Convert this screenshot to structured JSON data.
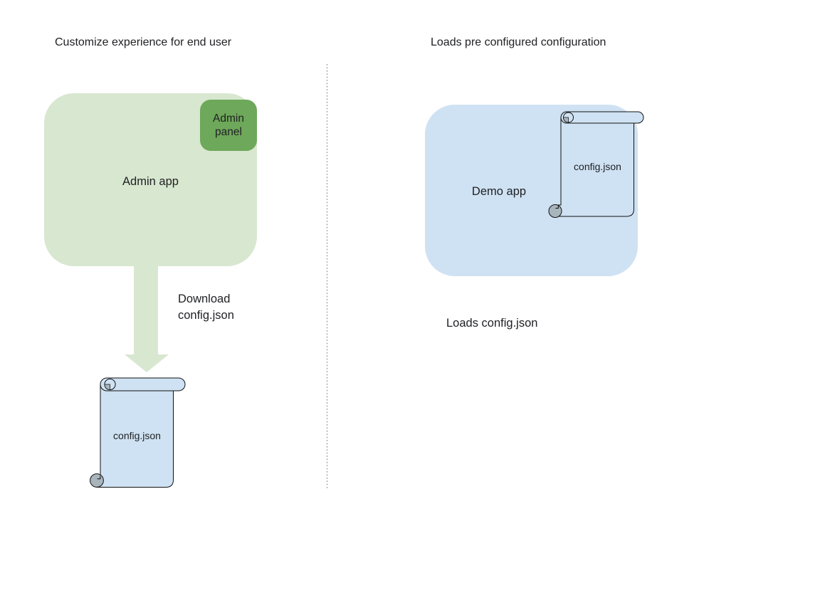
{
  "left": {
    "title": "Customize experience for end user",
    "admin_app_label": "Admin app",
    "admin_panel_label": "Admin panel",
    "download_label": "Download config.json",
    "config_file_label": "config.json"
  },
  "right": {
    "title": "Loads pre configured configuration",
    "demo_app_label": "Demo app",
    "config_file_label": "config.json",
    "caption": "Loads config.json"
  },
  "colors": {
    "green-light": "#d8e7d0",
    "green-dark": "#6ea85a",
    "blue-light": "#cfe2f3",
    "curl-gray": "#a9b5bd",
    "divider-gray": "#949494",
    "text": "#202124"
  }
}
